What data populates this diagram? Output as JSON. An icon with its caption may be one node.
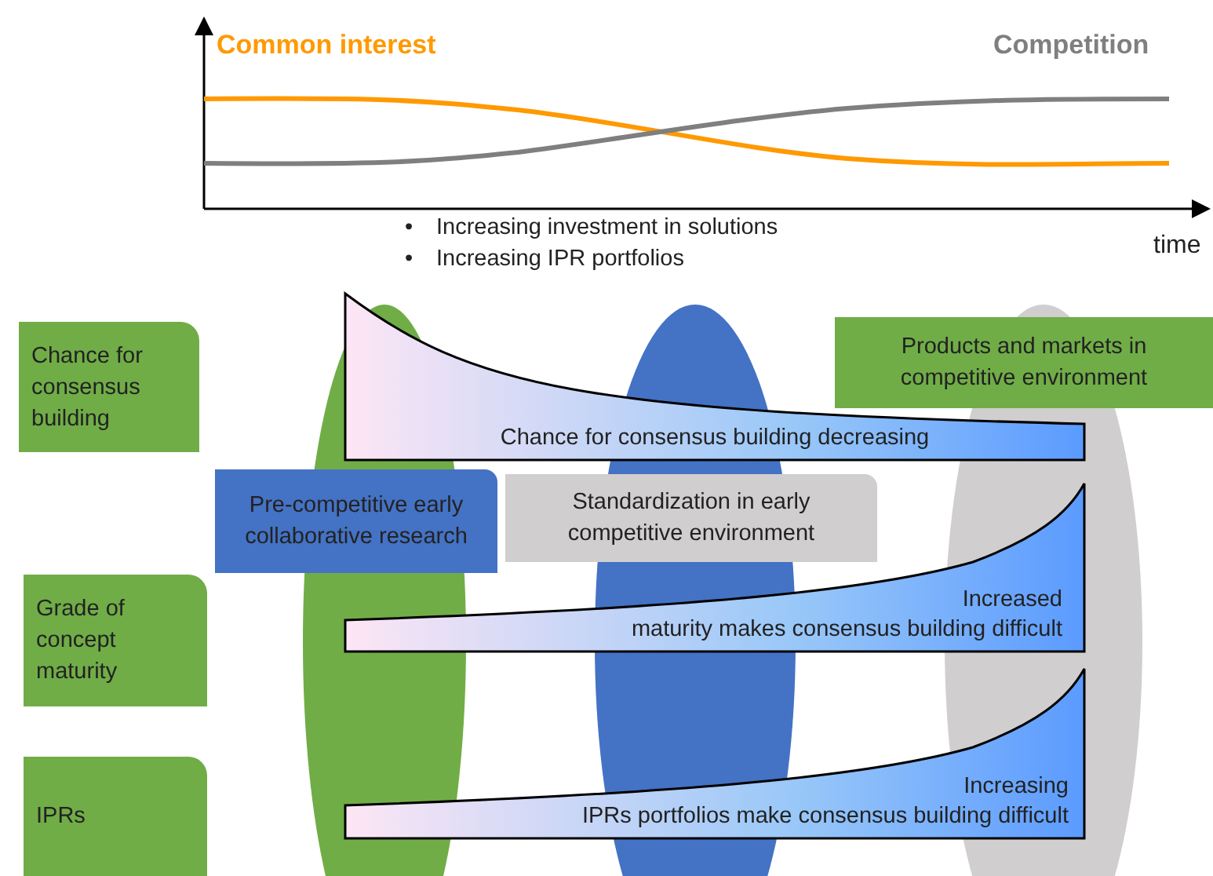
{
  "diagram": {
    "nodes": [
      {
        "text": [
          "Chance for consensus building"
        ]
      },
      {
        "text": [
          "Chance for consensus building decreasing"
        ]
      },
      {
        "text": [
          "Products and markets in competitive environment"
        ]
      },
      {
        "text": [
          "Pre-competitive early collaborative research"
        ]
      },
      {
        "text": [
          "Standardization in early competitive environment"
        ]
      },
      {
        "text": [
          "Grade of concept maturity"
        ]
      },
      {
        "text": [
          "Increased maturity makes consensus building difficult"
        ]
      },
      {
        "text": [
          "IPRs"
        ]
      },
      {
        "text": [
          "Increasing IPRs portfolios make consensus building difficult"
        ]
      },
      {
        "text": [],
        "shape": "ellipse"
      },
      {
        "text": [],
        "shape": "ellipse"
      },
      {
        "text": [],
        "shape": "ellipse"
      }
    ],
    "edges": [],
    "labels": [
      "Common interest",
      "Competition",
      "•",
      "Increasing investment in solutions",
      "•",
      "Increasing IPR portfolios",
      "time"
    ]
  }
}
